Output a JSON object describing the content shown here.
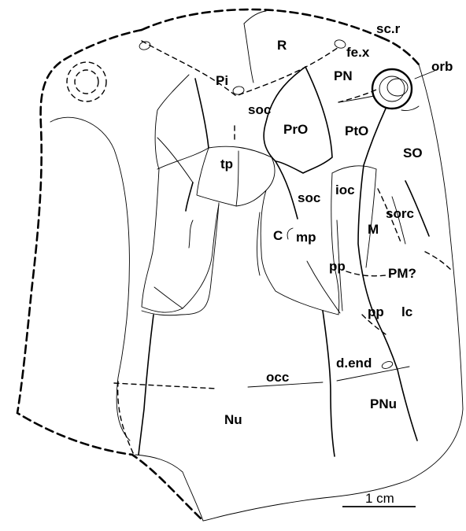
{
  "labels": {
    "R": "R",
    "sc_r": "sc.r",
    "fe_x": "fe.x",
    "orb": "orb",
    "Pi": "Pi",
    "PN": "PN",
    "soc_top": "soc",
    "PrO": "PrO",
    "PtO": "PtO",
    "SO": "SO",
    "tp": "tp",
    "soc_mid": "soc",
    "ioc": "ioc",
    "sorc": "sorc",
    "C": "C",
    "mp": "mp",
    "M": "M",
    "pp_upper": "pp",
    "PM": "PM?",
    "pp_lower": "pp",
    "lc": "lc",
    "d_end": "d.end",
    "occ": "occ",
    "Nu": "Nu",
    "PNu": "PNu"
  },
  "scale_bar": {
    "label": "1 cm"
  }
}
